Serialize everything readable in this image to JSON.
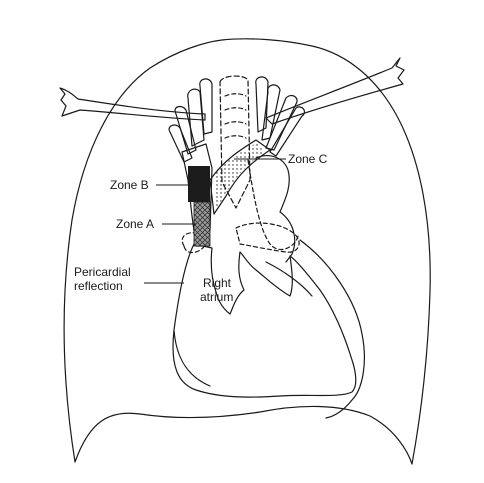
{
  "labels": {
    "zone_b": "Zone B",
    "zone_a": "Zone A",
    "zone_c": "Zone C",
    "pericardial_line1": "Pericardial",
    "pericardial_line2": "reflection",
    "right_atrium_line1": "Right",
    "right_atrium_line2": "atrium"
  },
  "colors": {
    "ink": "#1a1a1a",
    "zone_b_fill": "#1c1c1c",
    "zone_a_fill": "#8c8c8c",
    "background": "#ffffff"
  }
}
